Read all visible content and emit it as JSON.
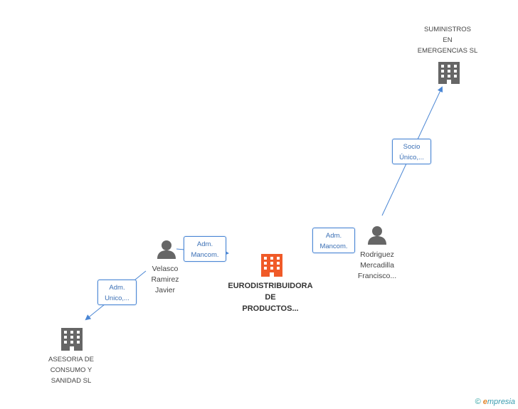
{
  "colors": {
    "company": "#666666",
    "company_main": "#f05a28",
    "person": "#666666",
    "edge": "#4a86d4"
  },
  "nodes": {
    "suministros": {
      "lines": [
        "SUMINISTROS",
        "EN",
        "EMERGENCIAS SL"
      ],
      "icon": "building-icon"
    },
    "eurodistribuidora": {
      "lines": [
        "EURODISTRIBUIDORA",
        "DE",
        "PRODUCTOS..."
      ],
      "icon": "building-icon"
    },
    "asesoria": {
      "lines": [
        "ASESORIA DE",
        "CONSUMO Y",
        "SANIDAD SL"
      ],
      "icon": "building-icon"
    },
    "velasco": {
      "lines": [
        "Velasco",
        "Ramirez",
        "Javier"
      ],
      "icon": "person-icon"
    },
    "rodriguez": {
      "lines": [
        "Rodriguez",
        "Mercadilla",
        "Francisco..."
      ],
      "icon": "person-icon"
    }
  },
  "edges": {
    "rodriguez_suministros": [
      "Socio",
      "Único,..."
    ],
    "velasco_euro": [
      "Adm.",
      "Mancom."
    ],
    "rodriguez_euro": [
      "Adm.",
      "Mancom."
    ],
    "velasco_asesoria": [
      "Adm.",
      "Unico,..."
    ]
  },
  "footer": {
    "copyright": "©",
    "brand_e": "e",
    "brand_rest": "mpresia"
  }
}
